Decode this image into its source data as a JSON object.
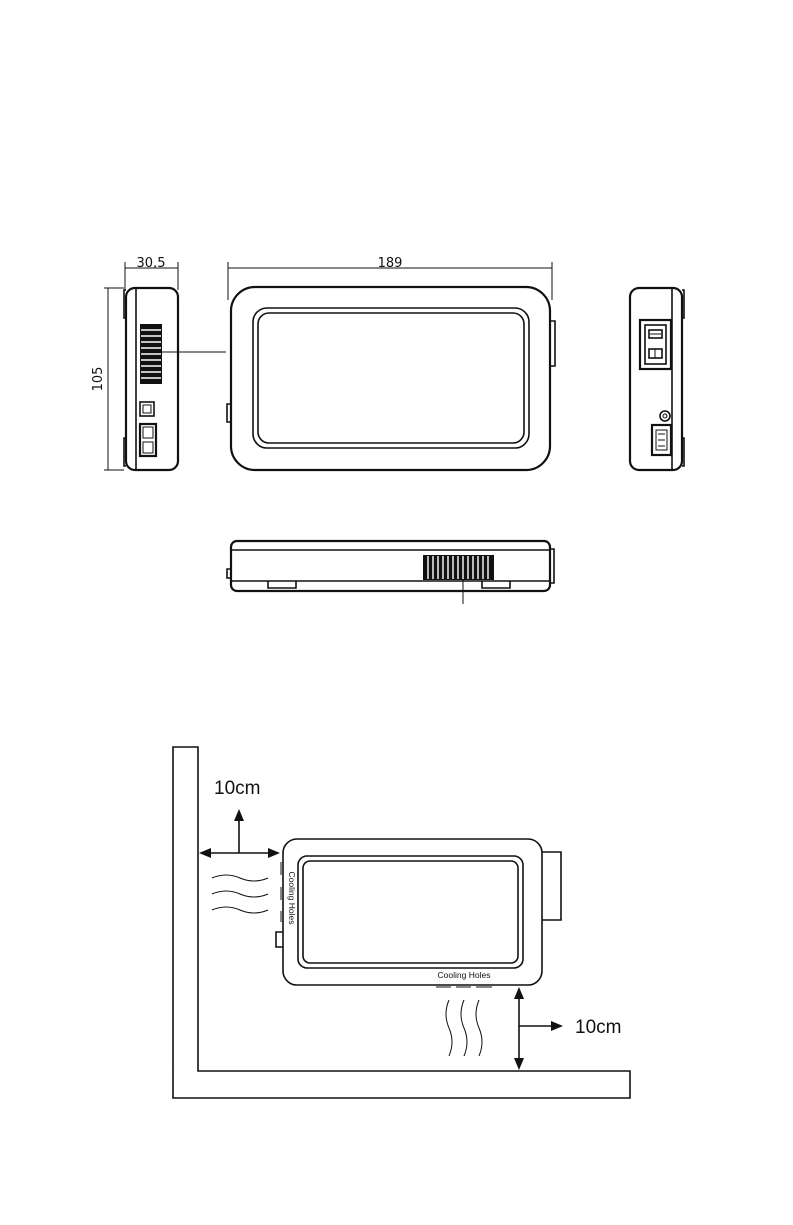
{
  "dimensions": {
    "depth": "30,5",
    "width": "189",
    "height": "105"
  },
  "clearance": {
    "side_distance": "10cm",
    "bottom_distance": "10cm",
    "side_vent_label": "Cooling Holes",
    "bottom_vent_label": "Cooling Holes"
  }
}
